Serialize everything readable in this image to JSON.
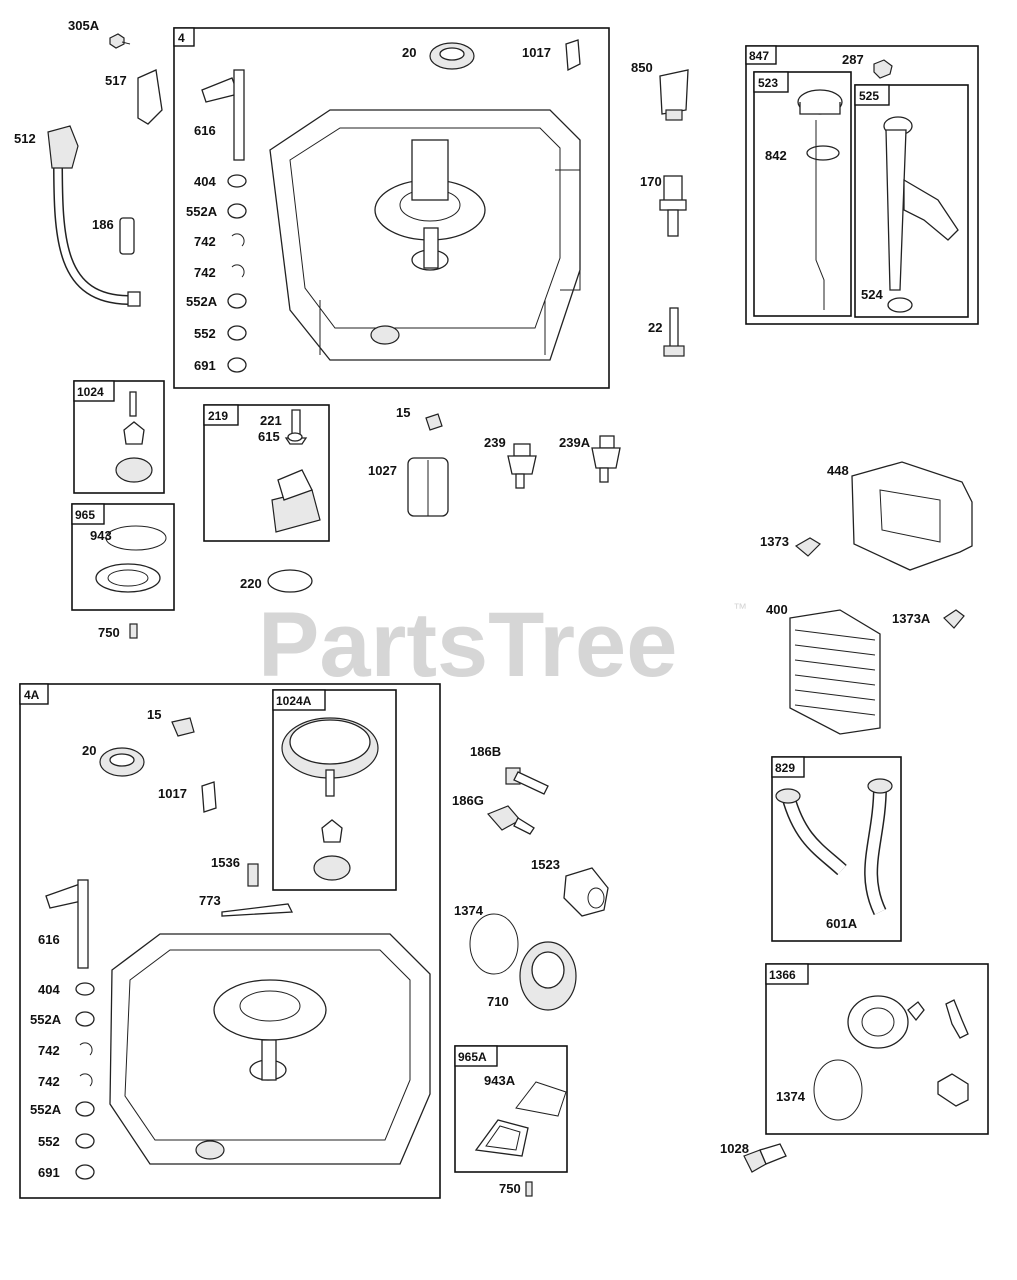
{
  "watermark": {
    "text": "PartsTree",
    "trademark": "™"
  },
  "groups": [
    {
      "id": "4",
      "label": "4"
    },
    {
      "id": "847",
      "label": "847"
    },
    {
      "id": "523",
      "label": "523"
    },
    {
      "id": "525",
      "label": "525"
    },
    {
      "id": "1024",
      "label": "1024"
    },
    {
      "id": "219",
      "label": "219"
    },
    {
      "id": "965",
      "label": "965"
    },
    {
      "id": "4A",
      "label": "4A"
    },
    {
      "id": "1024A",
      "label": "1024A"
    },
    {
      "id": "829",
      "label": "829"
    },
    {
      "id": "1366",
      "label": "1366"
    },
    {
      "id": "965A",
      "label": "965A"
    }
  ],
  "callouts": [
    "305A",
    "517",
    "512",
    "186",
    "20",
    "1017",
    "616",
    "404",
    "552A",
    "742",
    "742",
    "552A",
    "552",
    "691",
    "850",
    "170",
    "22",
    "287",
    "842",
    "524",
    "15",
    "221",
    "615",
    "1027",
    "239",
    "239A",
    "448",
    "1373",
    "943",
    "750",
    "220",
    "400",
    "1373A",
    "15",
    "20",
    "1017",
    "1536",
    "773",
    "616",
    "404",
    "552A",
    "742",
    "742",
    "552A",
    "552",
    "691",
    "186B",
    "186G",
    "1523",
    "1374",
    "710",
    "601A",
    "943A",
    "750",
    "1374",
    "1028"
  ]
}
